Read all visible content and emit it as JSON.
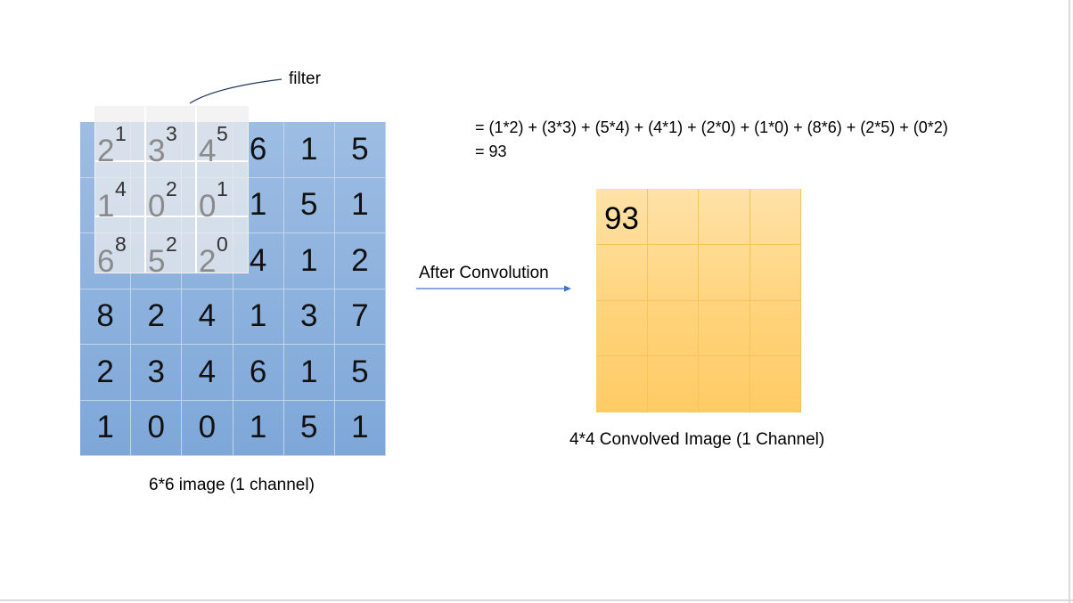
{
  "filter_label": "filter",
  "input_image": {
    "caption": "6*6 image (1 channel)",
    "rows": [
      [
        "2",
        "3",
        "4",
        "6",
        "1",
        "5"
      ],
      [
        "1",
        "0",
        "0",
        "1",
        "5",
        "1"
      ],
      [
        "6",
        "5",
        "2",
        "4",
        "1",
        "2"
      ],
      [
        "8",
        "2",
        "4",
        "1",
        "3",
        "7"
      ],
      [
        "2",
        "3",
        "4",
        "6",
        "1",
        "5"
      ],
      [
        "1",
        "0",
        "0",
        "1",
        "5",
        "1"
      ]
    ]
  },
  "filter_weights": [
    [
      "1",
      "3",
      "5"
    ],
    [
      "4",
      "2",
      "1"
    ],
    [
      "8",
      "2",
      "0"
    ]
  ],
  "formula": {
    "line1": "= (1*2) + (3*3) + (5*4) + (4*1) + (2*0) + (1*0) + (8*6) + (2*5) + (0*2)",
    "line2": "= 93"
  },
  "arrow_label": "After Convolution",
  "output_image": {
    "caption": "4*4 Convolved Image (1 Channel)",
    "rows": [
      [
        "93",
        "",
        "",
        ""
      ],
      [
        "",
        "",
        "",
        ""
      ],
      [
        "",
        "",
        "",
        ""
      ],
      [
        "",
        "",
        "",
        ""
      ]
    ]
  },
  "colors": {
    "input_fill": "#8fb3df",
    "output_fill": "#ffd37a",
    "filter_fill": "#eeeeee",
    "arrow": "#4472c4"
  }
}
